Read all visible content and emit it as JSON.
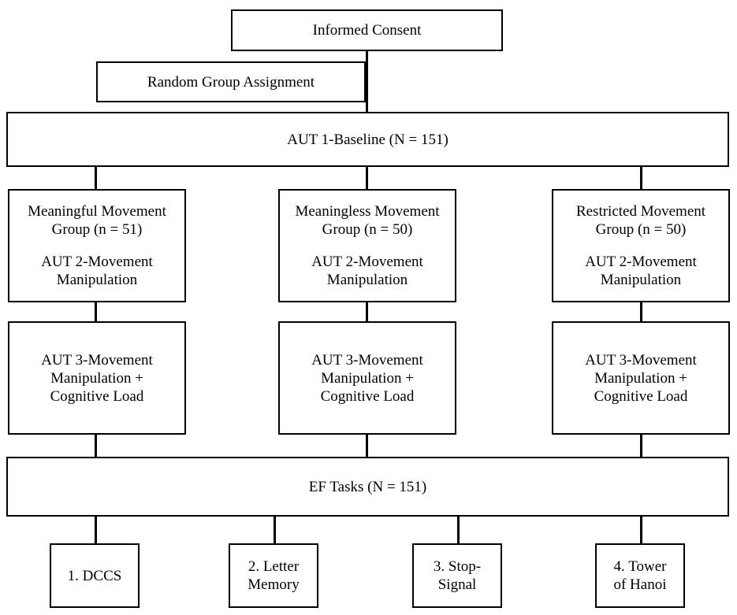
{
  "consent": "Informed Consent",
  "assignment": "Random Group Assignment",
  "baseline": "AUT 1-Baseline (N = 151)",
  "groups": [
    {
      "name_line1": "Meaningful Movement",
      "name_line2": "Group (n = 51)",
      "aut2_line1": "AUT 2-Movement",
      "aut2_line2": "Manipulation",
      "aut3_line1": "AUT 3-Movement",
      "aut3_line2": "Manipulation +",
      "aut3_line3": "Cognitive Load"
    },
    {
      "name_line1": "Meaningless Movement",
      "name_line2": "Group (n = 50)",
      "aut2_line1": "AUT 2-Movement",
      "aut2_line2": "Manipulation",
      "aut3_line1": "AUT 3-Movement",
      "aut3_line2": "Manipulation +",
      "aut3_line3": "Cognitive Load"
    },
    {
      "name_line1": "Restricted Movement",
      "name_line2": "Group (n = 50)",
      "aut2_line1": "AUT 2-Movement",
      "aut2_line2": "Manipulation",
      "aut3_line1": "AUT 3-Movement",
      "aut3_line2": "Manipulation +",
      "aut3_line3": "Cognitive Load"
    }
  ],
  "ef_tasks": "EF Tasks (N = 151)",
  "tasks": [
    {
      "line1": "1. DCCS",
      "line2": ""
    },
    {
      "line1": "2. Letter",
      "line2": "Memory"
    },
    {
      "line1": "3. Stop-",
      "line2": "Signal"
    },
    {
      "line1": "4. Tower",
      "line2": "of Hanoi"
    }
  ]
}
